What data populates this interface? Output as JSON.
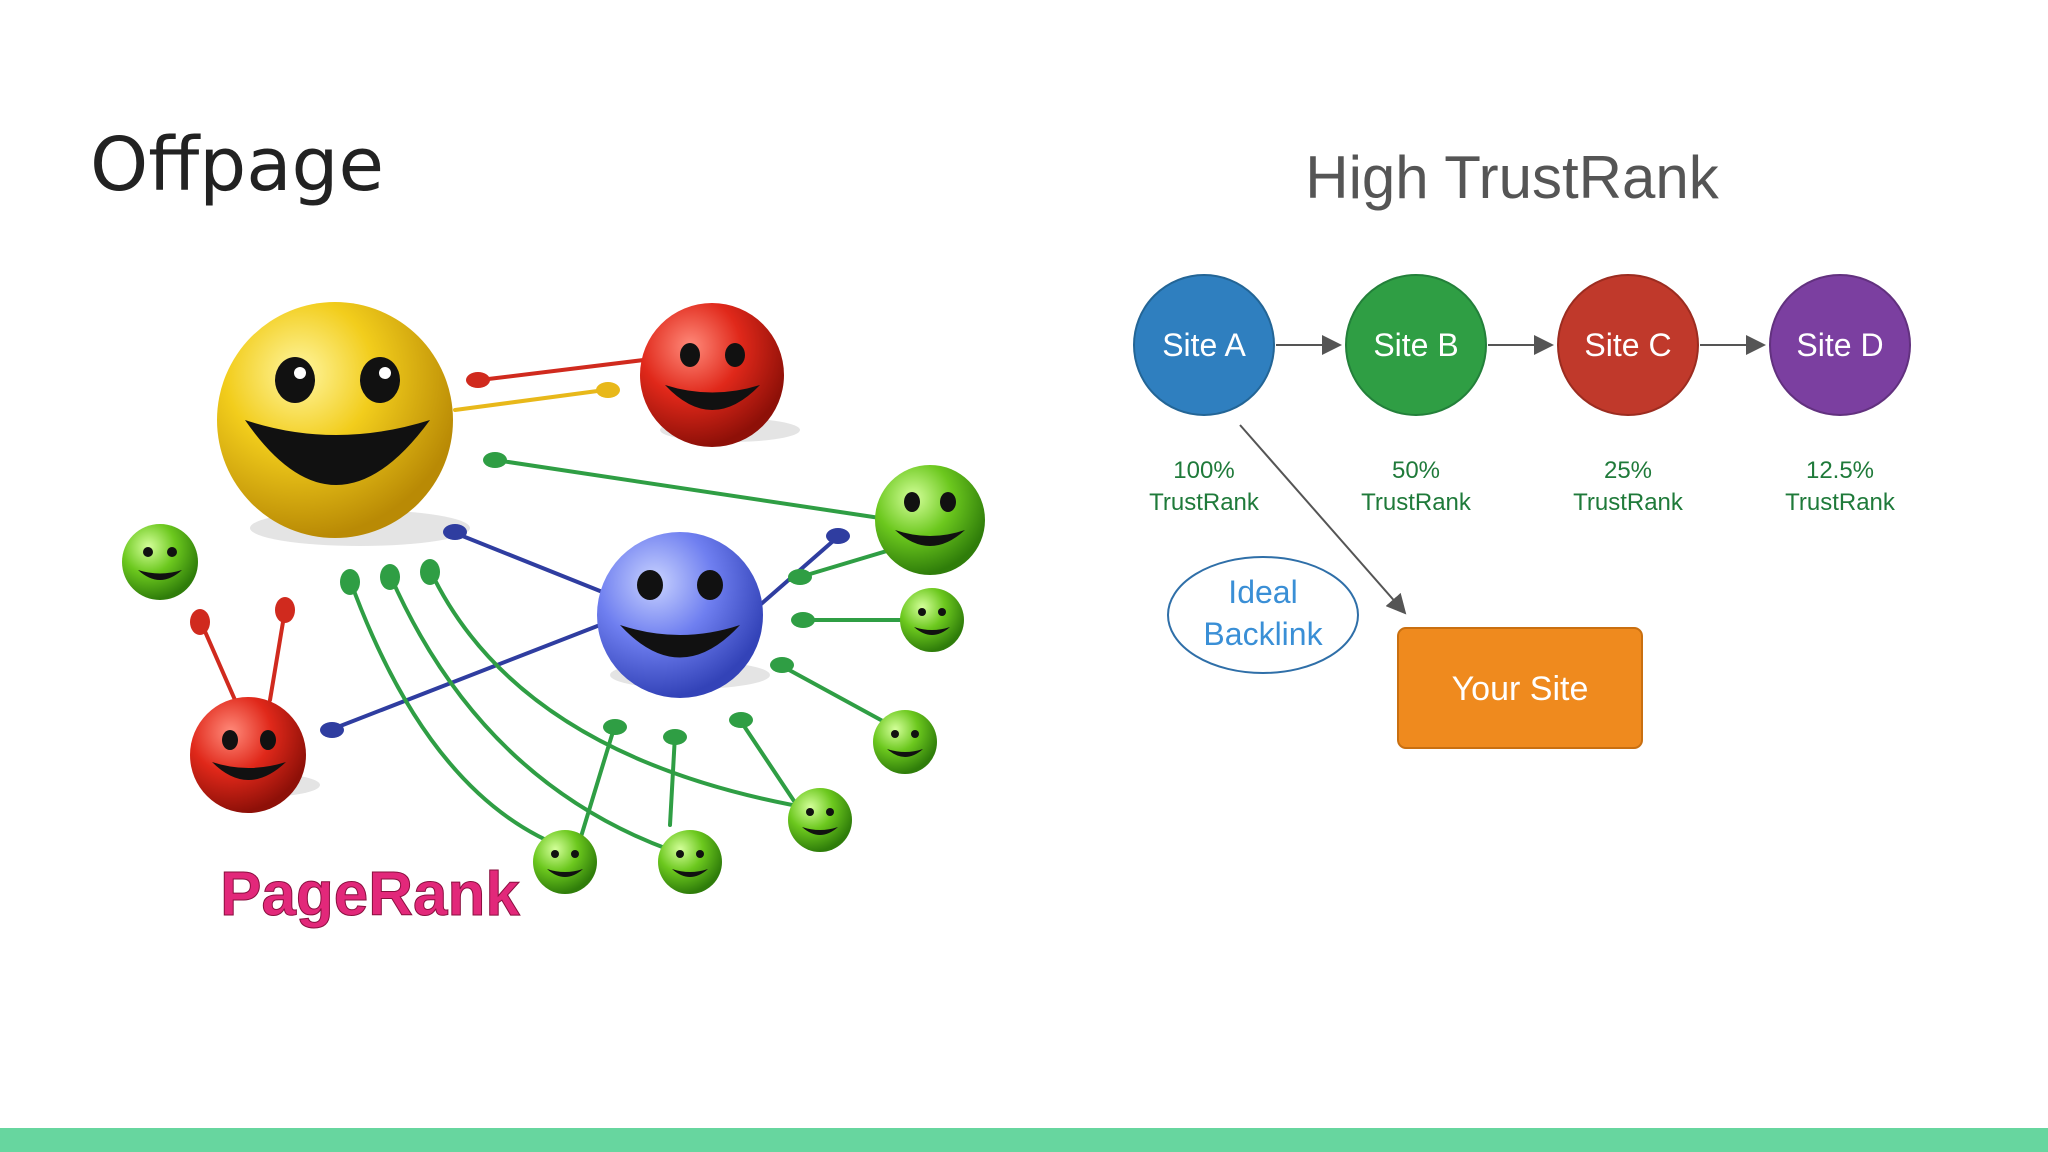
{
  "slide": {
    "title": "Offpage"
  },
  "pagerank": {
    "label": "PageRank"
  },
  "trustrank": {
    "title": "High TrustRank",
    "sites": [
      {
        "name": "Site A",
        "percent": "100%",
        "metric": "TrustRank",
        "color": "#2f7fbf"
      },
      {
        "name": "Site B",
        "percent": "50%",
        "metric": "TrustRank",
        "color": "#2f9e44"
      },
      {
        "name": "Site C",
        "percent": "25%",
        "metric": "TrustRank",
        "color": "#c0392b"
      },
      {
        "name": "Site D",
        "percent": "12.5%",
        "metric": "TrustRank",
        "color": "#7b3fa0"
      }
    ],
    "ideal_backlink": {
      "line1": "Ideal",
      "line2": "Backlink"
    },
    "your_site": {
      "label": "Your Site",
      "color": "#ef8a1e"
    }
  },
  "colors": {
    "bottom_bar": "#67d69f",
    "trust_text": "#1f7a3a",
    "backlink_text": "#3a8fd6"
  }
}
